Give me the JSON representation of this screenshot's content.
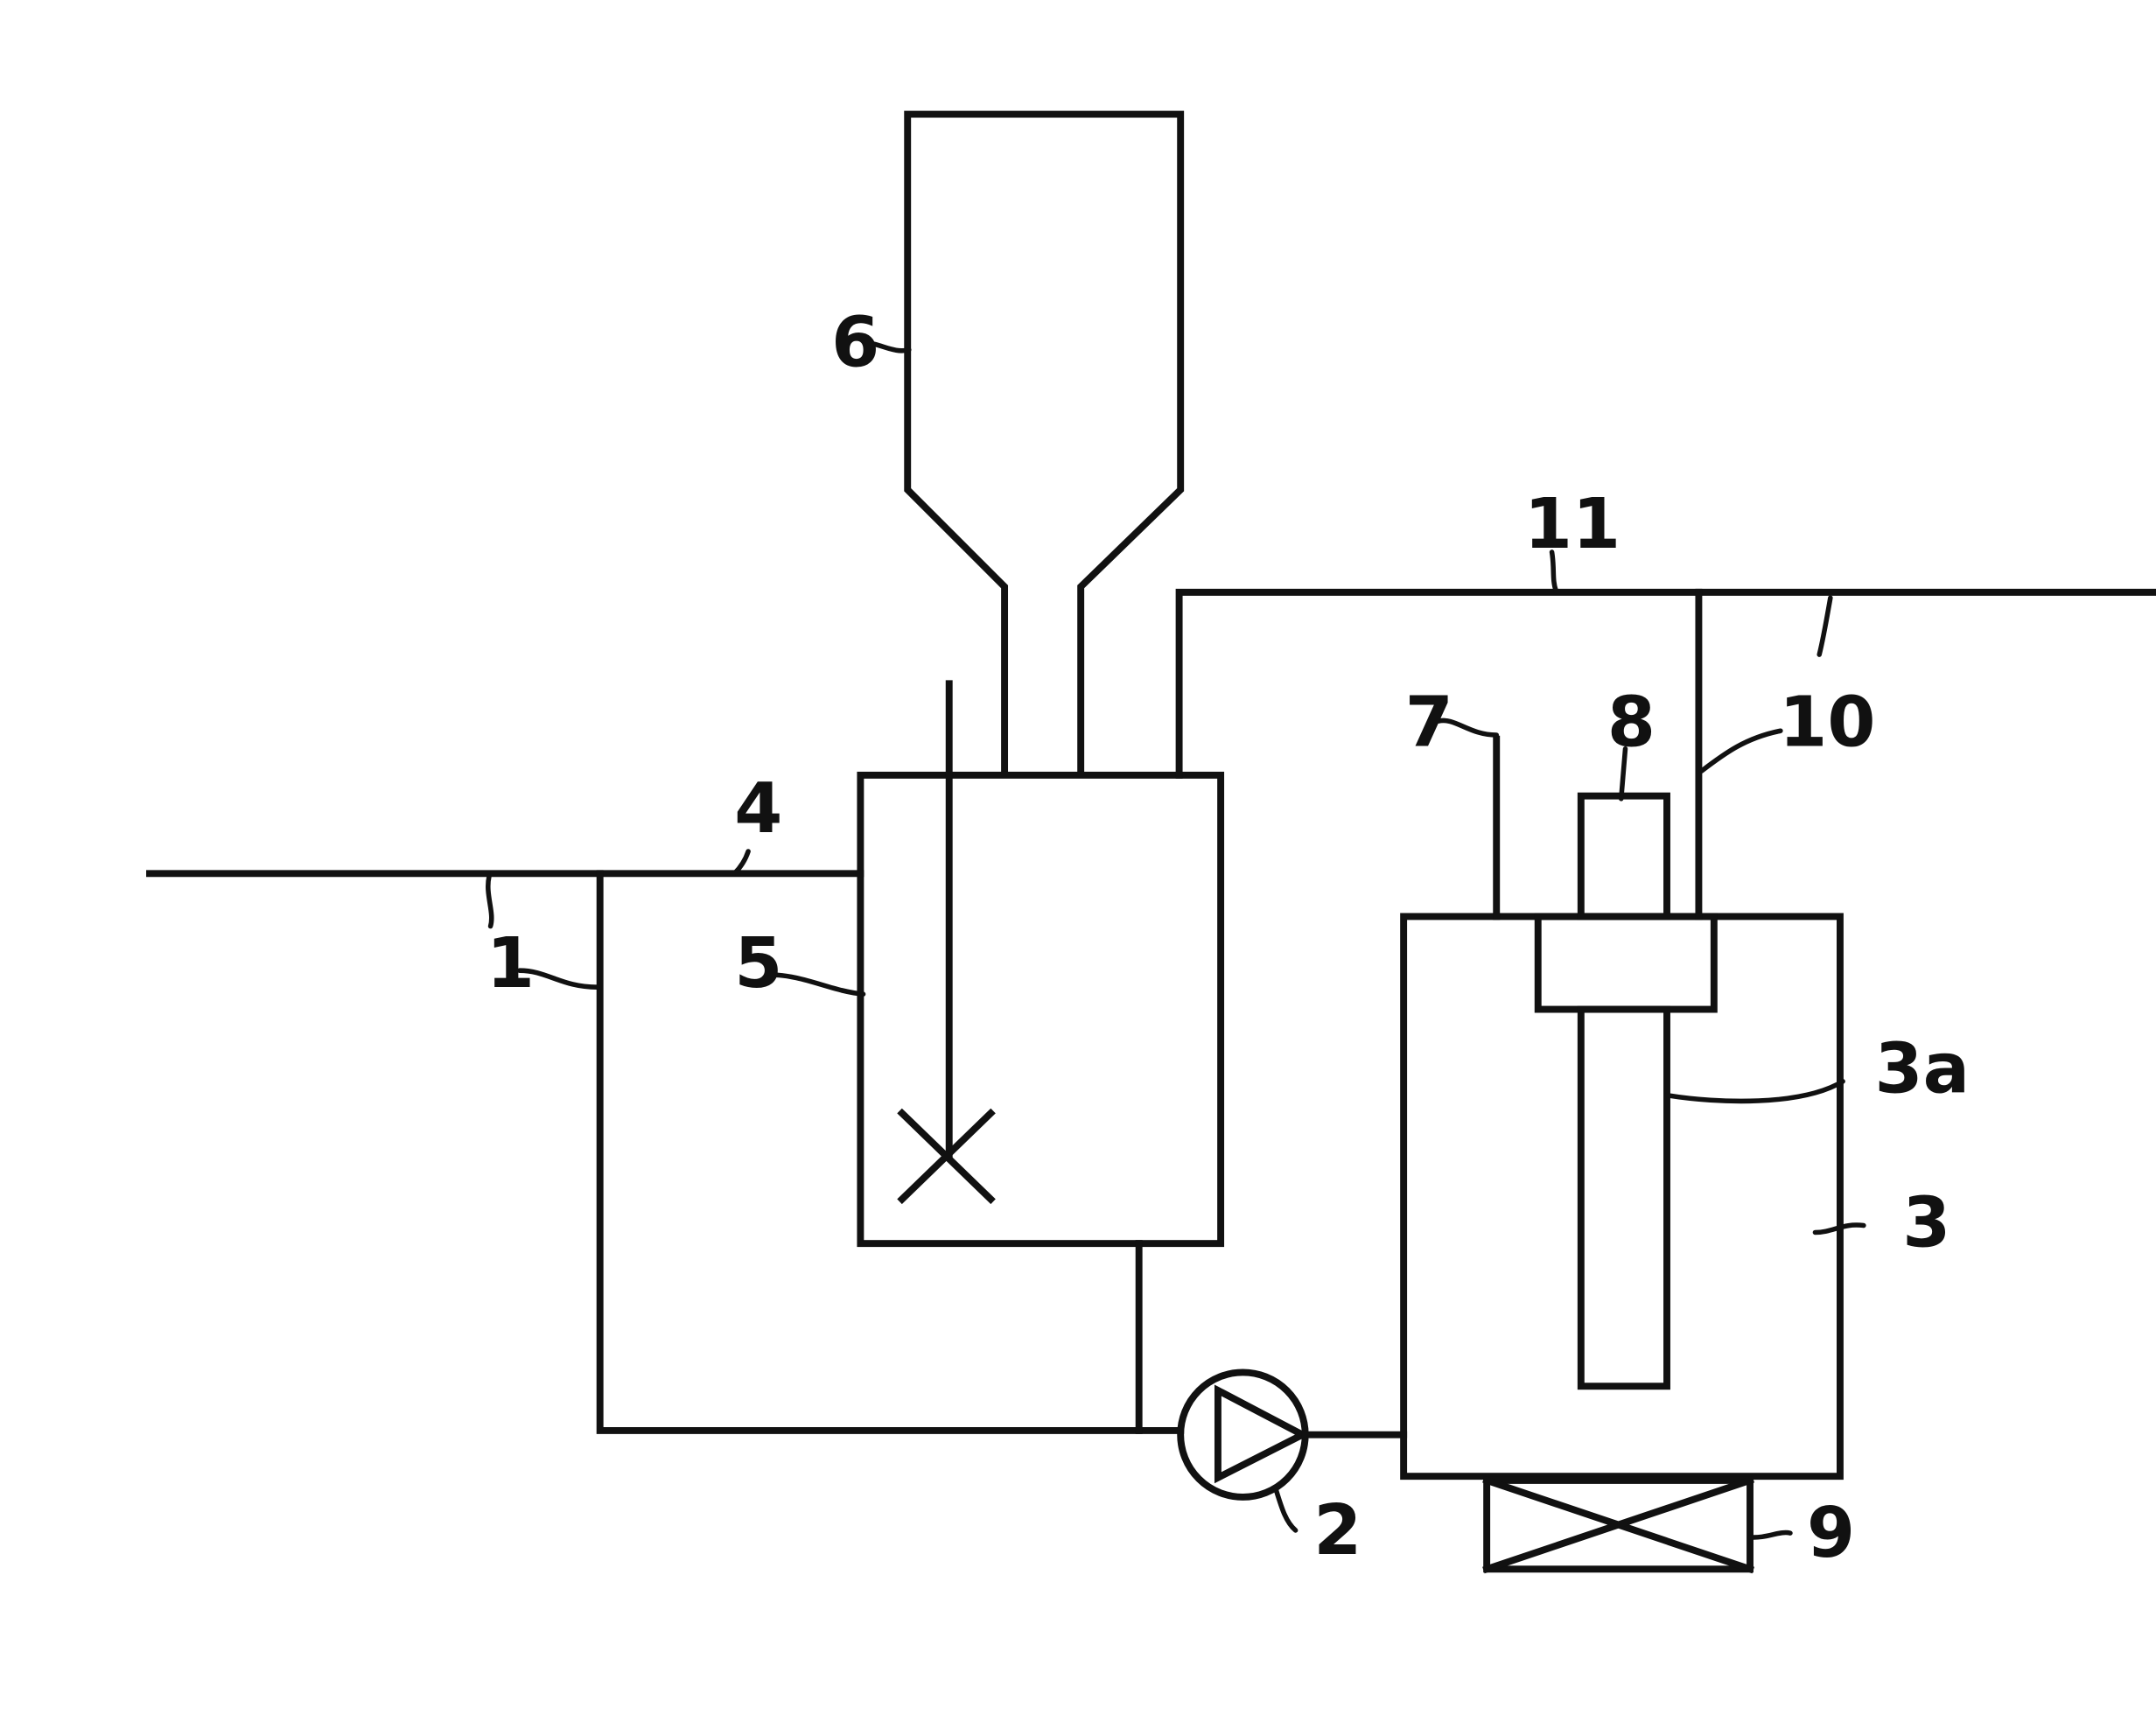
{
  "labels": {
    "l1": "1",
    "l2": "2",
    "l3": "3",
    "l3a": "3a",
    "l4": "4",
    "l5": "5",
    "l6": "6",
    "l7": "7",
    "l8": "8",
    "l9": "9",
    "l10": "10",
    "l11": "11"
  }
}
